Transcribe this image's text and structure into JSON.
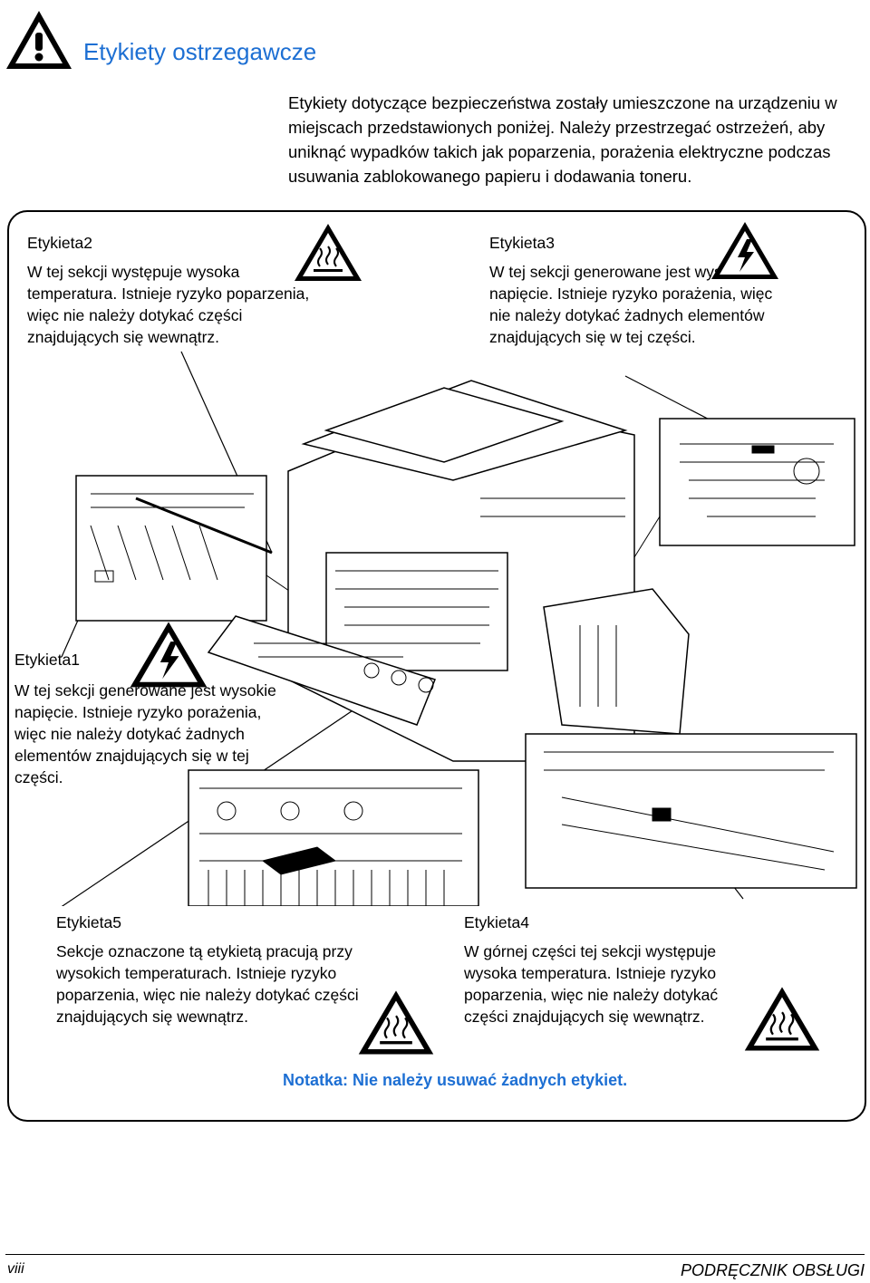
{
  "header": {
    "title": "Etykiety ostrzegawcze",
    "icon": "exclamation-warning-triangle-icon"
  },
  "intro": {
    "text": "Etykiety dotyczące bezpieczeństwa zostały umieszczone na urządzeniu w miejscach przedstawionych poniżej. Należy przestrzegać ostrzeżeń, aby uniknąć wypadków takich jak poparzenia, porażenia elektryczne podczas usuwania zablokowanego papieru i dodawania toneru."
  },
  "labels": {
    "label2": {
      "title": "Etykieta2",
      "text": "W tej sekcji występuje wysoka temperatura. Istnieje ryzyko poparzenia, więc nie należy dotykać części znajdujących się wewnątrz.",
      "icon": "hot-surface-icon"
    },
    "label3": {
      "title": "Etykieta3",
      "text": "W tej sekcji generowane jest wysokie napięcie. Istnieje ryzyko porażenia, więc nie należy dotykać żadnych elementów znajdujących się w tej części.",
      "icon": "high-voltage-icon"
    },
    "label1": {
      "title": "Etykieta1",
      "text": "W tej sekcji generowane jest wysokie napięcie. Istnieje ryzyko porażenia, więc nie należy dotykać żadnych elementów znajdujących się w tej części.",
      "icon": "high-voltage-icon"
    },
    "label5": {
      "title": "Etykieta5",
      "text": "Sekcje oznaczone tą etykietą pracują przy wysokich temperaturach. Istnieje ryzyko poparzenia, więc nie należy dotykać części znajdujących się wewnątrz.",
      "icon": "hot-surface-icon"
    },
    "label4": {
      "title": "Etykieta4",
      "text": "W górnej części tej sekcji występuje wysoka temperatura. Istnieje ryzyko poparzenia, więc nie należy dotykać części znajdujących się wewnątrz.",
      "icon": "hot-surface-icon"
    }
  },
  "note": "Notatka: Nie należy usuwać żadnych etykiet.",
  "footer": {
    "page": "viii",
    "manual": "PODRĘCZNIK OBSŁUGI"
  },
  "colors": {
    "accent": "#1d6fd3",
    "text": "#000000"
  }
}
